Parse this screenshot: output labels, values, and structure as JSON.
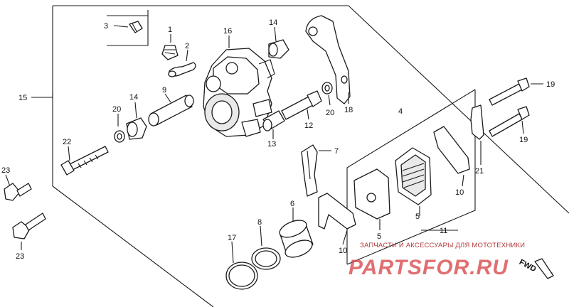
{
  "callouts": [
    {
      "id": "c3",
      "text": "3"
    },
    {
      "id": "c1",
      "text": "1"
    },
    {
      "id": "c2",
      "text": "2"
    },
    {
      "id": "c16",
      "text": "16"
    },
    {
      "id": "c14a",
      "text": "14"
    },
    {
      "id": "c14b",
      "text": "14"
    },
    {
      "id": "c9",
      "text": "9"
    },
    {
      "id": "c20a",
      "text": "20"
    },
    {
      "id": "c20b",
      "text": "20"
    },
    {
      "id": "c15",
      "text": "15"
    },
    {
      "id": "c22",
      "text": "22"
    },
    {
      "id": "c23a",
      "text": "23"
    },
    {
      "id": "c23b",
      "text": "23"
    },
    {
      "id": "c18",
      "text": "18"
    },
    {
      "id": "c12",
      "text": "12"
    },
    {
      "id": "c13",
      "text": "13"
    },
    {
      "id": "c7",
      "text": "7"
    },
    {
      "id": "c4",
      "text": "4"
    },
    {
      "id": "c19a",
      "text": "19"
    },
    {
      "id": "c19b",
      "text": "19"
    },
    {
      "id": "c21",
      "text": "21"
    },
    {
      "id": "c10a",
      "text": "10"
    },
    {
      "id": "c10b",
      "text": "10"
    },
    {
      "id": "c5a",
      "text": "5"
    },
    {
      "id": "c5b",
      "text": "5"
    },
    {
      "id": "c11",
      "text": "11"
    },
    {
      "id": "c6",
      "text": "6"
    },
    {
      "id": "c8",
      "text": "8"
    },
    {
      "id": "c17",
      "text": "17"
    }
  ],
  "direction_marker": "FWD",
  "watermark": {
    "caption": "ЗАПЧАСТИ И АКСЕССУАРЫ ДЛЯ МОТОТЕХНИКИ",
    "logo": "PARTSFOR.RU"
  }
}
